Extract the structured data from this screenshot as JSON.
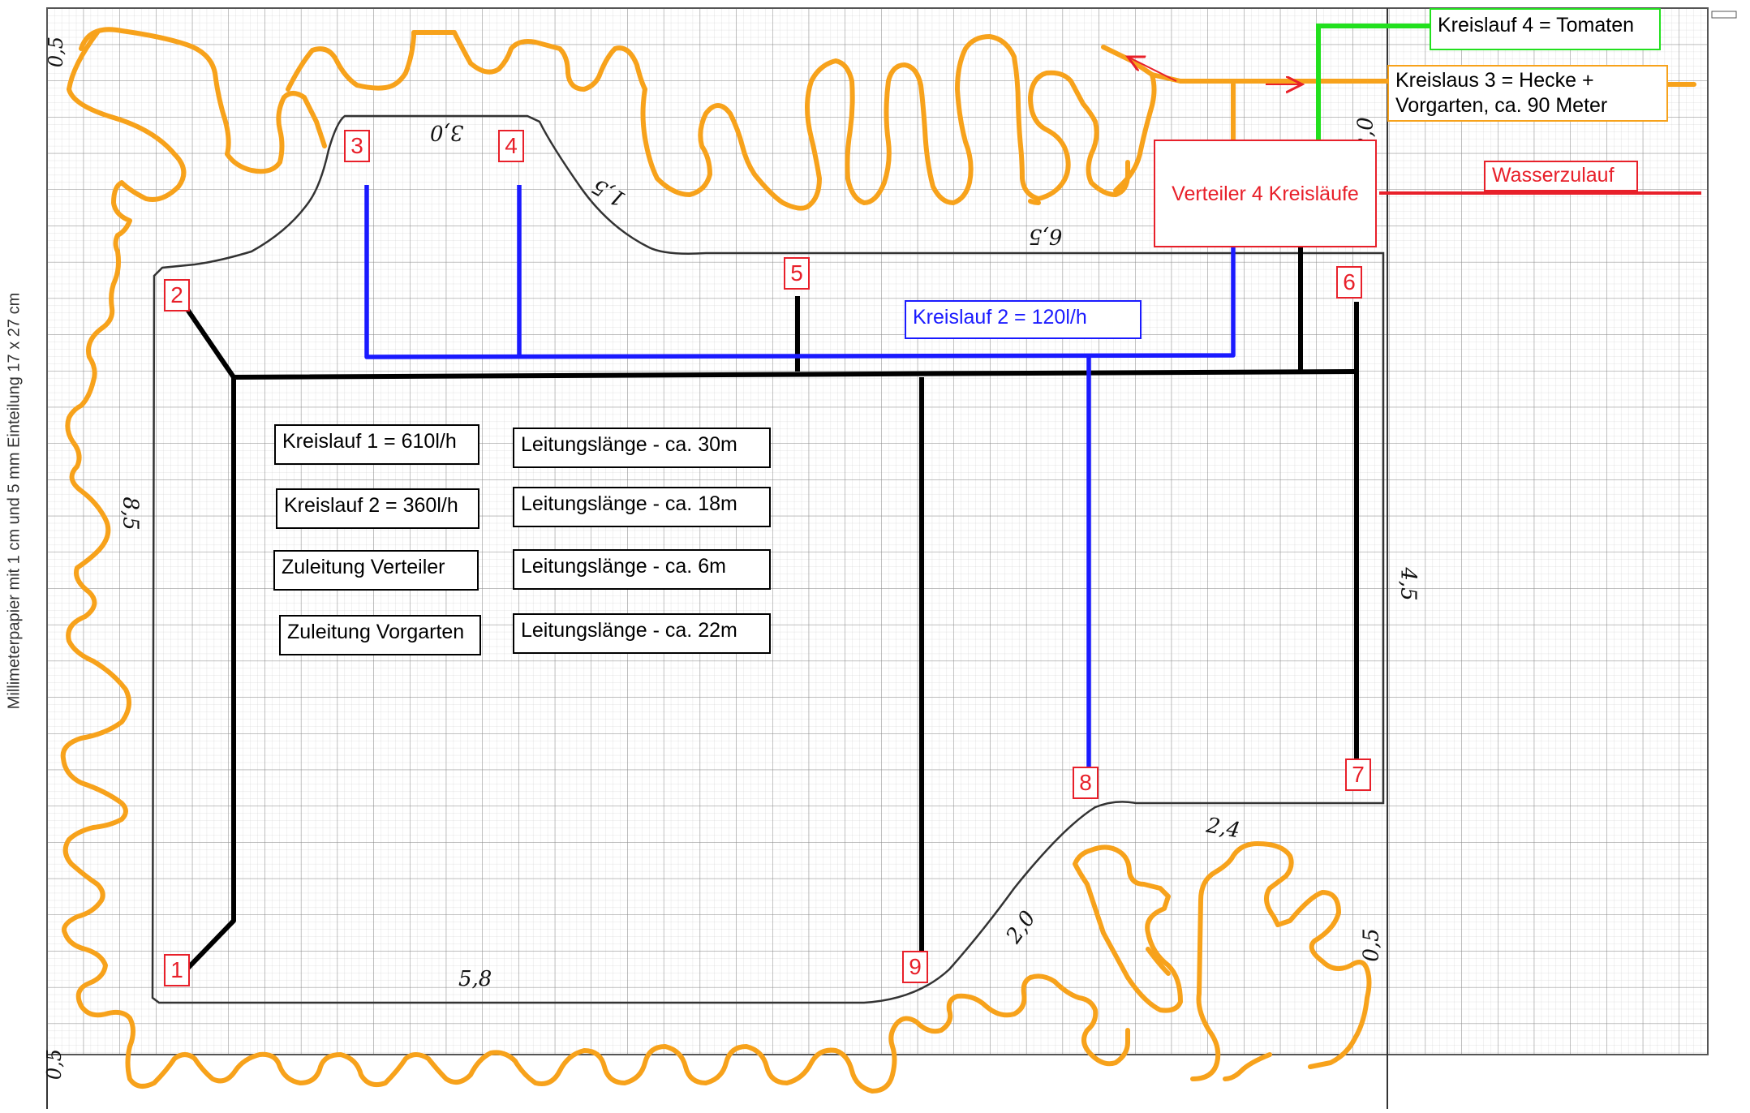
{
  "sheet": {
    "caption": "Millimeterpapier mit 1 cm und 5 mm Einteilung 17 x 27 cm",
    "edge_marks": [
      "0,5",
      "0,5"
    ]
  },
  "legend": {
    "rows": [
      {
        "circuit": "Kreislauf 1 = 610l/h",
        "length": "Leitungslänge - ca. 30m"
      },
      {
        "circuit": "Kreislauf 2 = 360l/h",
        "length": "Leitungslänge - ca. 18m"
      },
      {
        "circuit": "Zuleitung Verteiler",
        "length": "Leitungslänge - ca. 6m"
      },
      {
        "circuit": "Zuleitung Vorgarten",
        "length": "Leitungslänge - ca. 22m"
      }
    ]
  },
  "labels": {
    "kreislauf4": "Kreislauf 4 = Tomaten",
    "kreislauf3_line1": "Kreislaus 3 = Hecke +",
    "kreislauf3_line2": "Vorgarten, ca. 90 Meter",
    "wasserzulauf": "Wasserzulauf",
    "verteiler": "Verteiler 4 Kreisläufe",
    "kreislauf2_flow": "Kreislauf 2 = 120l/h"
  },
  "points": [
    "1",
    "2",
    "3",
    "4",
    "5",
    "6",
    "7",
    "8",
    "9"
  ],
  "dimensions": [
    "3,0",
    "1,5",
    "6,5",
    "8,5",
    "4,5",
    "2,0",
    "0,5",
    "2,4",
    "2,0",
    "5,8"
  ],
  "colors": {
    "hedge": "#f7a21b",
    "circuit1": "#000000",
    "circuit2": "#1a1aff",
    "circuit4": "#22e01e",
    "water_inlet": "#e8202a",
    "outline": "#333333"
  }
}
